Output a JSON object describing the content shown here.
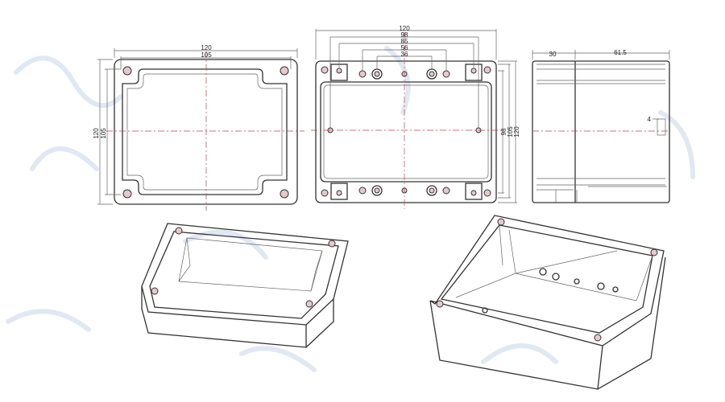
{
  "top_view": {
    "width_outer": "120",
    "width_inner": "105",
    "height_outer": "120",
    "height_inner": "105"
  },
  "bottom_view": {
    "width_total": "120",
    "width_98": "98",
    "width_85": "85",
    "width_56": "56",
    "width_36": "36",
    "height_98": "98",
    "height_105": "105",
    "height_120": "120"
  },
  "side_view": {
    "lid_depth": "30",
    "body_depth": "61.5",
    "slot": "4"
  },
  "colors": {
    "centerline": "#c04050",
    "line": "#333333"
  }
}
